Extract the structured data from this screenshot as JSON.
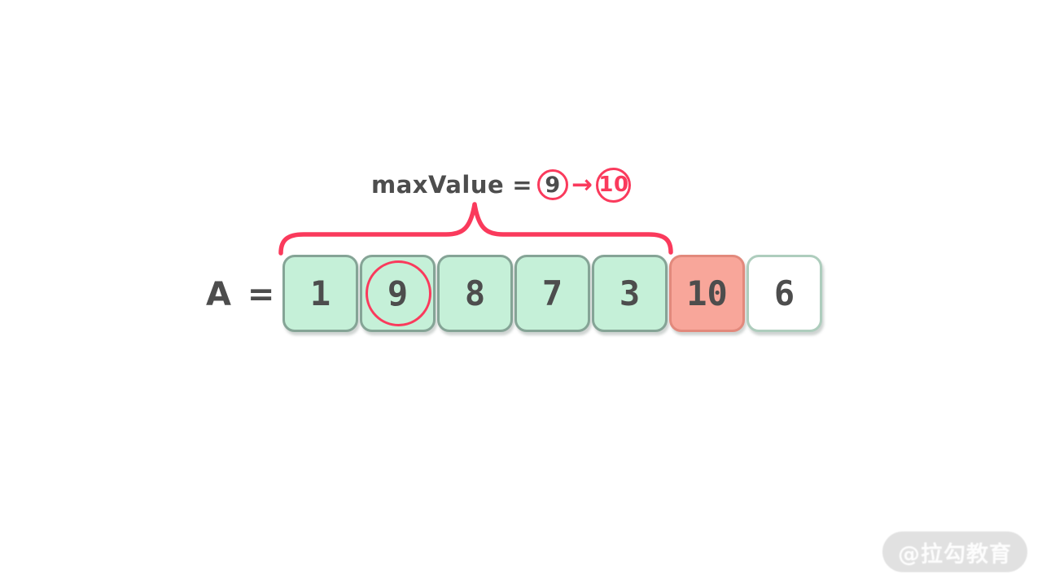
{
  "diagram": {
    "title": {
      "label": "maxValue",
      "equals": "=",
      "old_value": "9",
      "arrow": "→",
      "new_value": "10"
    },
    "array_label": "A =",
    "array": {
      "cells": [
        {
          "value": "1",
          "state": "scanned",
          "circled": false
        },
        {
          "value": "9",
          "state": "scanned",
          "circled": true
        },
        {
          "value": "8",
          "state": "scanned",
          "circled": false
        },
        {
          "value": "7",
          "state": "scanned",
          "circled": false
        },
        {
          "value": "3",
          "state": "scanned",
          "circled": false
        },
        {
          "value": "10",
          "state": "new-max",
          "circled": false
        },
        {
          "value": "6",
          "state": "unvisited",
          "circled": false
        }
      ]
    },
    "watermark": "@拉勾教育",
    "colors": {
      "accent_red": "#fa3a5c",
      "text_dark": "#4d4d4d",
      "cell_green_fill": "#c5f0d8",
      "cell_green_border": "#85a496",
      "cell_red_fill": "#f8a69a",
      "cell_red_border": "#e2897c",
      "cell_white_border": "#aecdbd",
      "watermark_bg": "#e1e1e1"
    }
  }
}
